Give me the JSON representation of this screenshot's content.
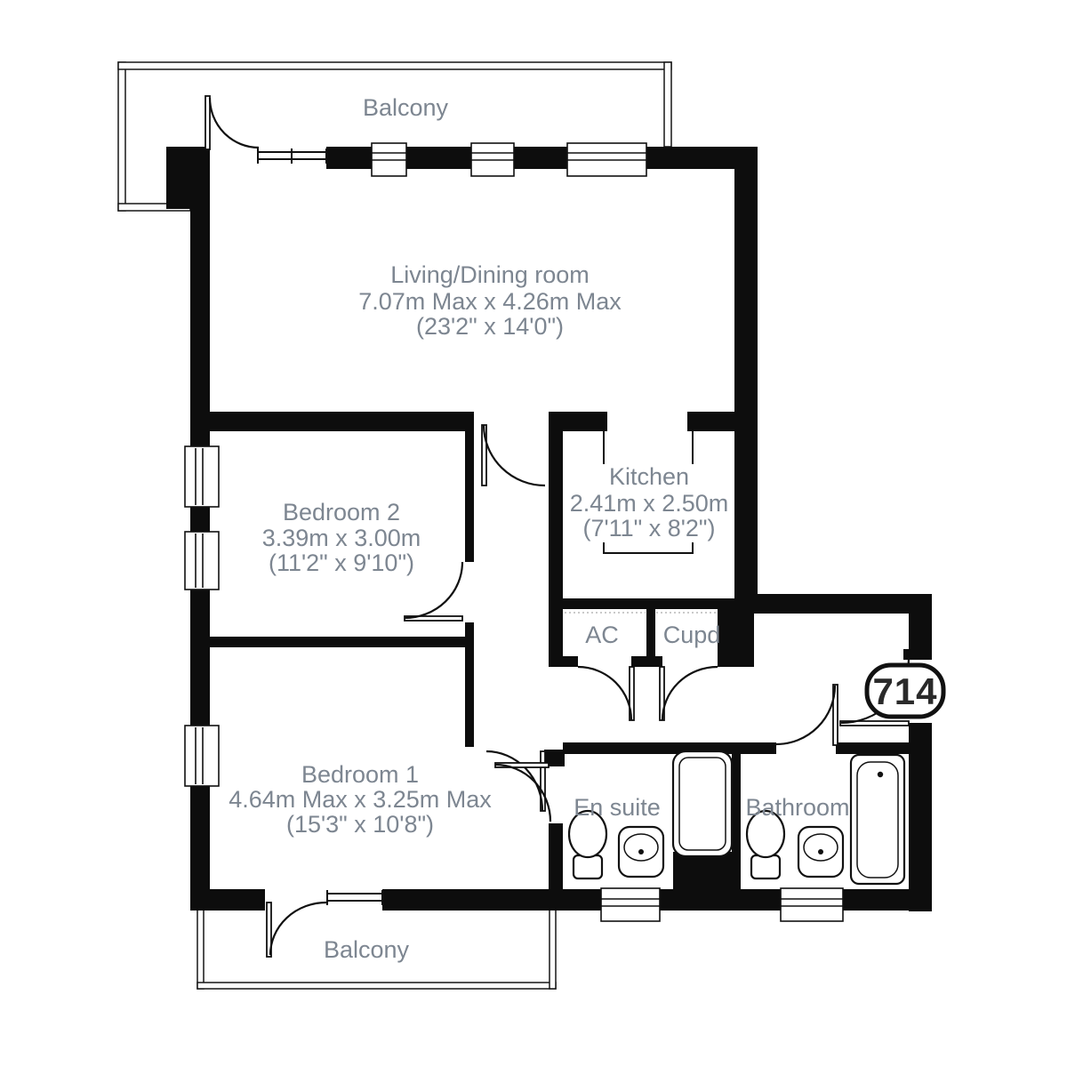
{
  "unit": {
    "number": "714"
  },
  "labels": {
    "balcony_top": "Balcony",
    "balcony_bottom": "Balcony",
    "ac": "AC",
    "cupd": "Cupd",
    "en_suite": "En suite",
    "bathroom": "Bathroom"
  },
  "rooms": {
    "living_dining": {
      "name": "Living/Dining room",
      "metric": "7.07m Max x 4.26m Max",
      "imperial": "(23'2\" x 14'0\")"
    },
    "bedroom_2": {
      "name": "Bedroom 2",
      "metric": "3.39m x 3.00m",
      "imperial": "(11'2\" x 9'10\")"
    },
    "kitchen": {
      "name": "Kitchen",
      "metric": "2.41m x 2.50m",
      "imperial": "(7'11\" x 8'2\")"
    },
    "bedroom_1": {
      "name": "Bedroom 1",
      "metric": "4.64m Max x 3.25m Max",
      "imperial": "(15'3\" x 10'8\")"
    }
  },
  "colors": {
    "wall": "#0d0d0d",
    "line": "#111111",
    "label_text": "#7d8691",
    "badge_text": "#2a2a2a"
  }
}
